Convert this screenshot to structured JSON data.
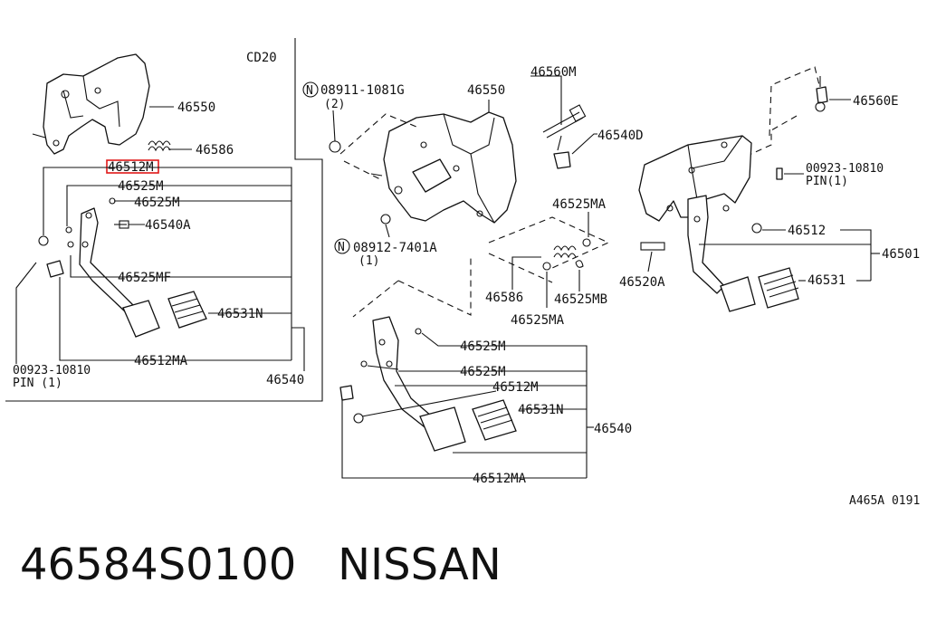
{
  "caption": {
    "part_number": "46584S0100",
    "brand": "NISSAN"
  },
  "diagram_code": "A465A 0191",
  "engine_label": "CD20",
  "highlighted_part": "46512M",
  "labels": {
    "l_46550": "46550",
    "l_46586": "46586",
    "l_46512M": "46512M",
    "l_46525M_a": "46525M",
    "l_46525M_b": "46525M",
    "l_46540A": "46540A",
    "l_46525MF": "46525MF",
    "l_46531N": "46531N",
    "l_46512MA": "46512MA",
    "l_46540": "46540",
    "l_pin_num": "00923-10810",
    "l_pin": "PIN (1)",
    "c_08911": "08911-1081G",
    "c_08911_q": "(2)",
    "c_46550": "46550",
    "c_46560M": "46560M",
    "c_46540D": "46540D",
    "c_46525MA": "46525MA",
    "c_08912": "08912-7401A",
    "c_08912_q": "(1)",
    "c_46586": "46586",
    "c_46525MB": "46525MB",
    "c_46525MA_b": "46525MA",
    "c_46525M_a": "46525M",
    "c_46525M_b": "46525M",
    "c_46512M": "46512M",
    "c_46531N": "46531N",
    "c_46540": "46540",
    "c_46512MA": "46512MA",
    "r_46560E": "46560E",
    "r_pin_num": "00923-10810",
    "r_pin": "PIN(1)",
    "r_46512": "46512",
    "r_46501": "46501",
    "r_46520A": "46520A",
    "r_46531": "46531",
    "n_symbol": "N"
  }
}
